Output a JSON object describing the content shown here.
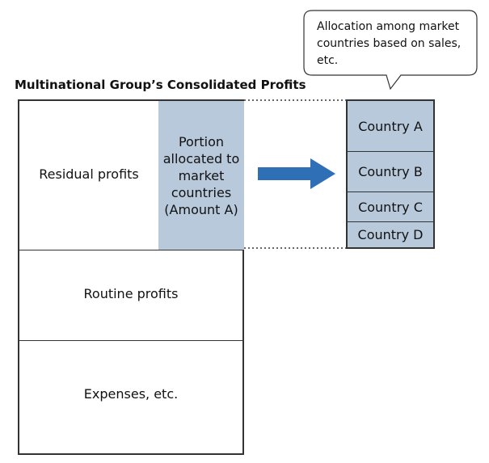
{
  "title": "Multinational Group’s Consolidated Profits",
  "main_block": {
    "residual_label": "Residual profits",
    "amount_a_lines": [
      "Portion",
      "allocated to",
      "market",
      "countries",
      "(Amount A)"
    ],
    "routine_label": "Routine profits",
    "expenses_label": "Expenses, etc."
  },
  "countries": [
    "Country A",
    "Country B",
    "Country C",
    "Country D"
  ],
  "callout": {
    "text": "Allocation among market countries based on sales, etc."
  },
  "colors": {
    "amount_fill": "#b9c9dc",
    "arrow": "#2e6fb5",
    "border": "#333333"
  },
  "icons": {
    "arrow": "right-arrow-icon"
  }
}
